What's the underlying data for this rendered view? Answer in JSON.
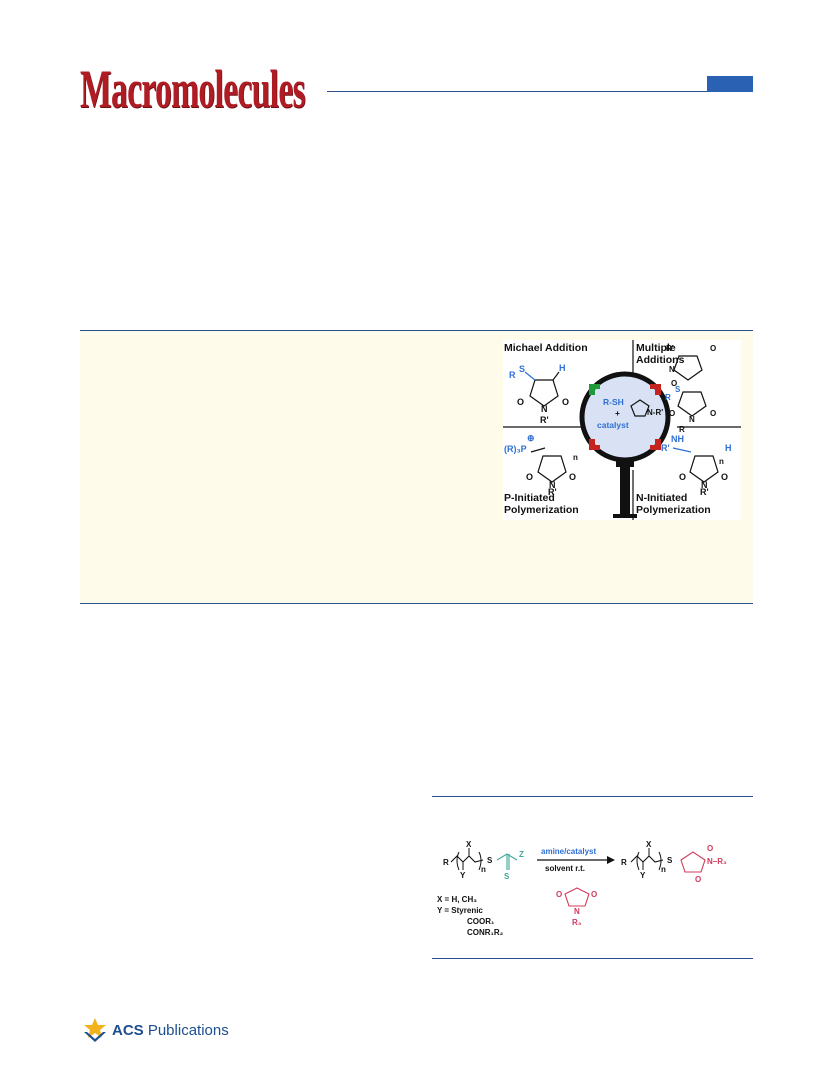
{
  "header": {
    "journal_title": "Macromolecules"
  },
  "toc_graphic": {
    "quadrants": [
      {
        "label": "Michael Addition"
      },
      {
        "label_line1": "Multiple",
        "label_line2": "Additions"
      },
      {
        "label_line1": "P-Initiated",
        "label_line2": "Polymerization"
      },
      {
        "label_line1": "N-Initiated",
        "label_line2": "Polymerization"
      }
    ],
    "center_line1": "R-SH",
    "center_line2": "+",
    "center_line3": "catalyst",
    "center_group": "N-R'",
    "atoms": {
      "s": "S",
      "h": "H",
      "o": "O",
      "n": "N",
      "r": "R",
      "r_prime": "R'",
      "nh": "NH",
      "phos": "(R)₃P",
      "plus": "⊕",
      "sub_n": "n"
    },
    "colors": {
      "blue": "#2e6fd3",
      "green": "#1f9a3a",
      "red": "#c4231f"
    }
  },
  "scheme": {
    "arrow_top": "amine/catalyst",
    "arrow_bottom": "solvent  r.t.",
    "r": "R",
    "x": "X",
    "y": "Y",
    "s": "S",
    "z": "Z",
    "n": "n",
    "o": "O",
    "n_atom": "N",
    "r3": "R₃",
    "nr3": "N–R₃",
    "notes": [
      "X = H, CH₃",
      "Y = Styrenic",
      "COOR₁",
      "CONR₁R₂"
    ]
  },
  "footer": {
    "publisher_bold": "ACS",
    "publisher_rest": " Publications"
  }
}
